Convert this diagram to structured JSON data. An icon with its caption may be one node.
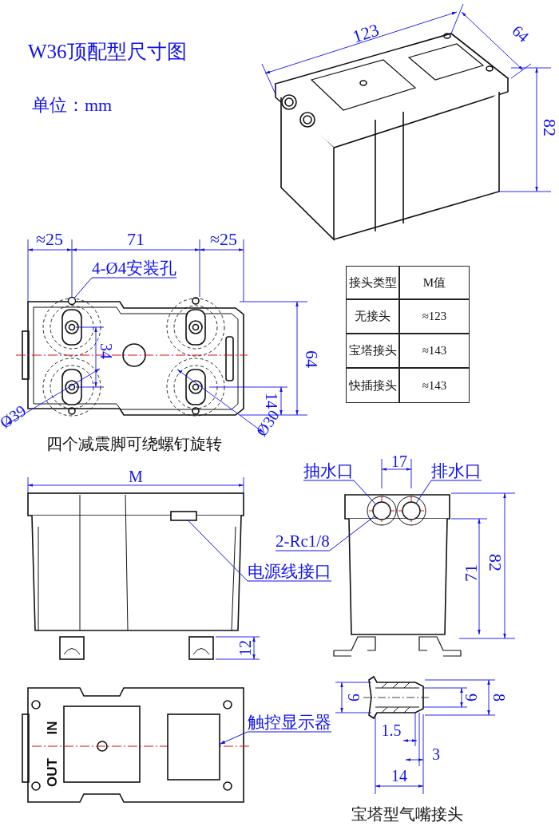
{
  "diagram": {
    "title": "W36顶配型尺寸图",
    "nodes": [
      {
        "text": [
          "4-Ø4安装孔"
        ]
      },
      {
        "text": [],
        "shape": "circle"
      },
      {
        "text": [
          "抽水口"
        ]
      },
      {
        "text": [],
        "shape": "circle"
      },
      {
        "text": [
          "排水口"
        ]
      },
      {
        "text": [],
        "shape": "circle"
      },
      {
        "text": [
          "2-Rc1/8"
        ]
      },
      {
        "text": [
          "电源线接口"
        ]
      },
      {
        "text": [],
        "shape": "box"
      },
      {
        "text": [
          "触控显示器"
        ]
      },
      {
        "text": [],
        "shape": "box"
      }
    ],
    "edges": [
      {
        "from": 0,
        "to": 1,
        "arrow": "none"
      },
      {
        "from": 2,
        "to": 3,
        "arrow": "none"
      },
      {
        "from": 4,
        "to": 5,
        "arrow": "none"
      },
      {
        "from": 6,
        "to": 3,
        "arrow": "none"
      },
      {
        "from": 7,
        "to": 8,
        "arrow": "none"
      },
      {
        "from": 9,
        "to": 10,
        "arrow": "to"
      }
    ],
    "labels": [
      "单位：mm",
      "123",
      "64",
      "82",
      "≈25",
      "71",
      "≈25",
      "接头类型",
      "M值",
      "无接头",
      "≈123",
      "宝塔接头",
      "≈143",
      "快插接头",
      "≈143",
      "34",
      "64",
      "Ø39",
      "14",
      "Ø30",
      "四个减震脚可绕螺钉旋转",
      "M",
      "17",
      "71",
      "82",
      "12",
      "9",
      "6",
      "8",
      "OUT",
      "IN",
      "1.5",
      "3",
      "14",
      "宝塔型气嘴接头"
    ]
  }
}
